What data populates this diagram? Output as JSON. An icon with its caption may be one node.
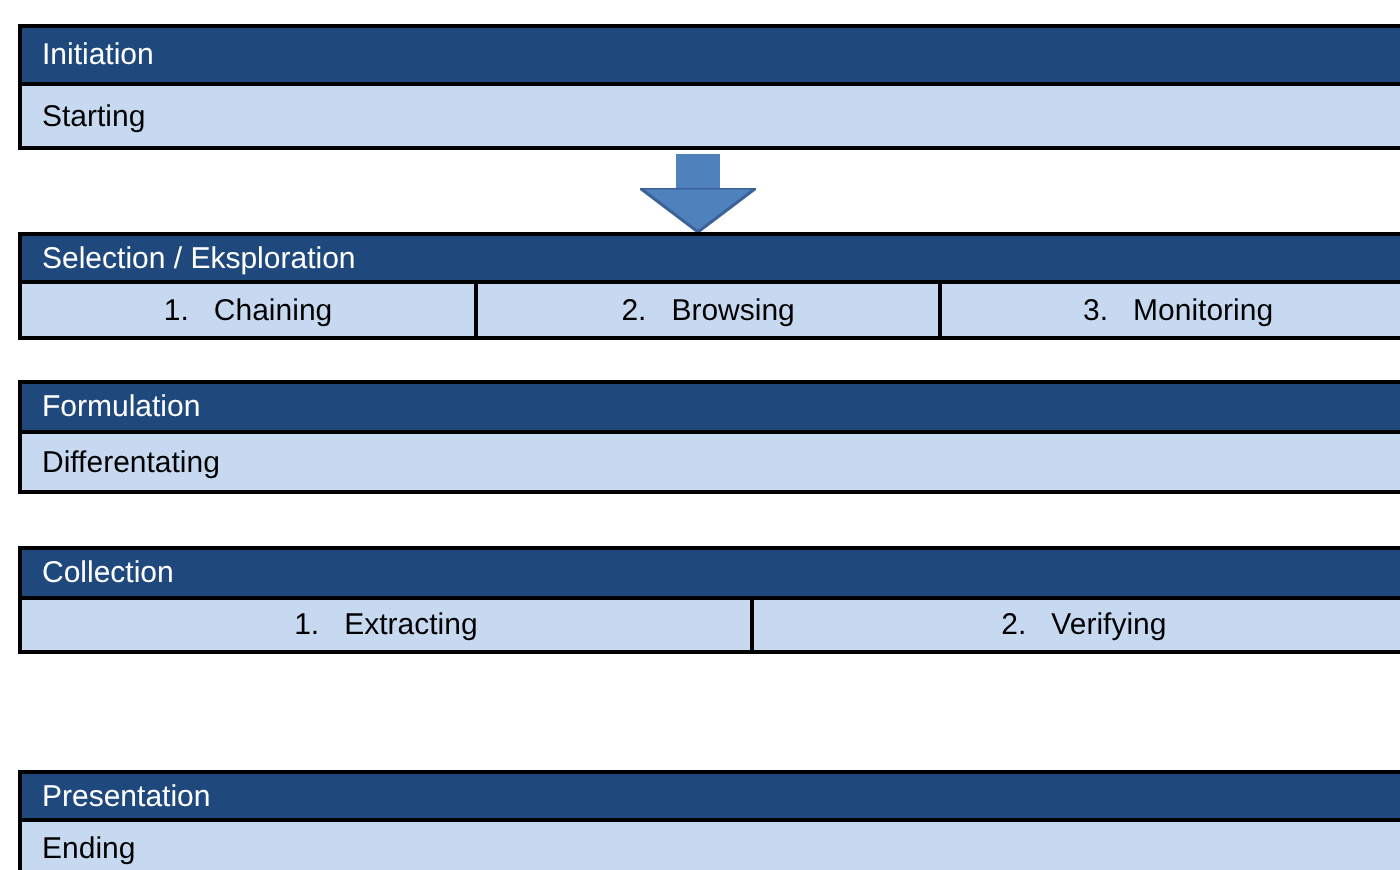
{
  "diagram": {
    "nodes": [
      {
        "text": [
          "Initiation"
        ]
      },
      {
        "text": [
          "Starting"
        ],
        "in": 0
      },
      {
        "text": [
          "Selection / Eksploration"
        ]
      },
      {
        "text": [
          "1.   Chaining"
        ],
        "in": 2
      },
      {
        "text": [
          "2.   Browsing"
        ],
        "in": 2
      },
      {
        "text": [
          "3.   Monitoring"
        ],
        "in": 2
      },
      {
        "text": [
          "Formulation"
        ]
      },
      {
        "text": [
          "Differentating"
        ],
        "in": 6
      },
      {
        "text": [
          "Collection"
        ]
      },
      {
        "text": [
          "1.   Extracting"
        ],
        "in": 8
      },
      {
        "text": [
          "2.   Verifying"
        ],
        "in": 8
      },
      {
        "text": [
          "Presentation"
        ]
      },
      {
        "text": [
          "Ending"
        ],
        "in": 11
      }
    ],
    "edges": [
      {
        "from": 0,
        "to": 2,
        "arrow": "to"
      }
    ]
  }
}
